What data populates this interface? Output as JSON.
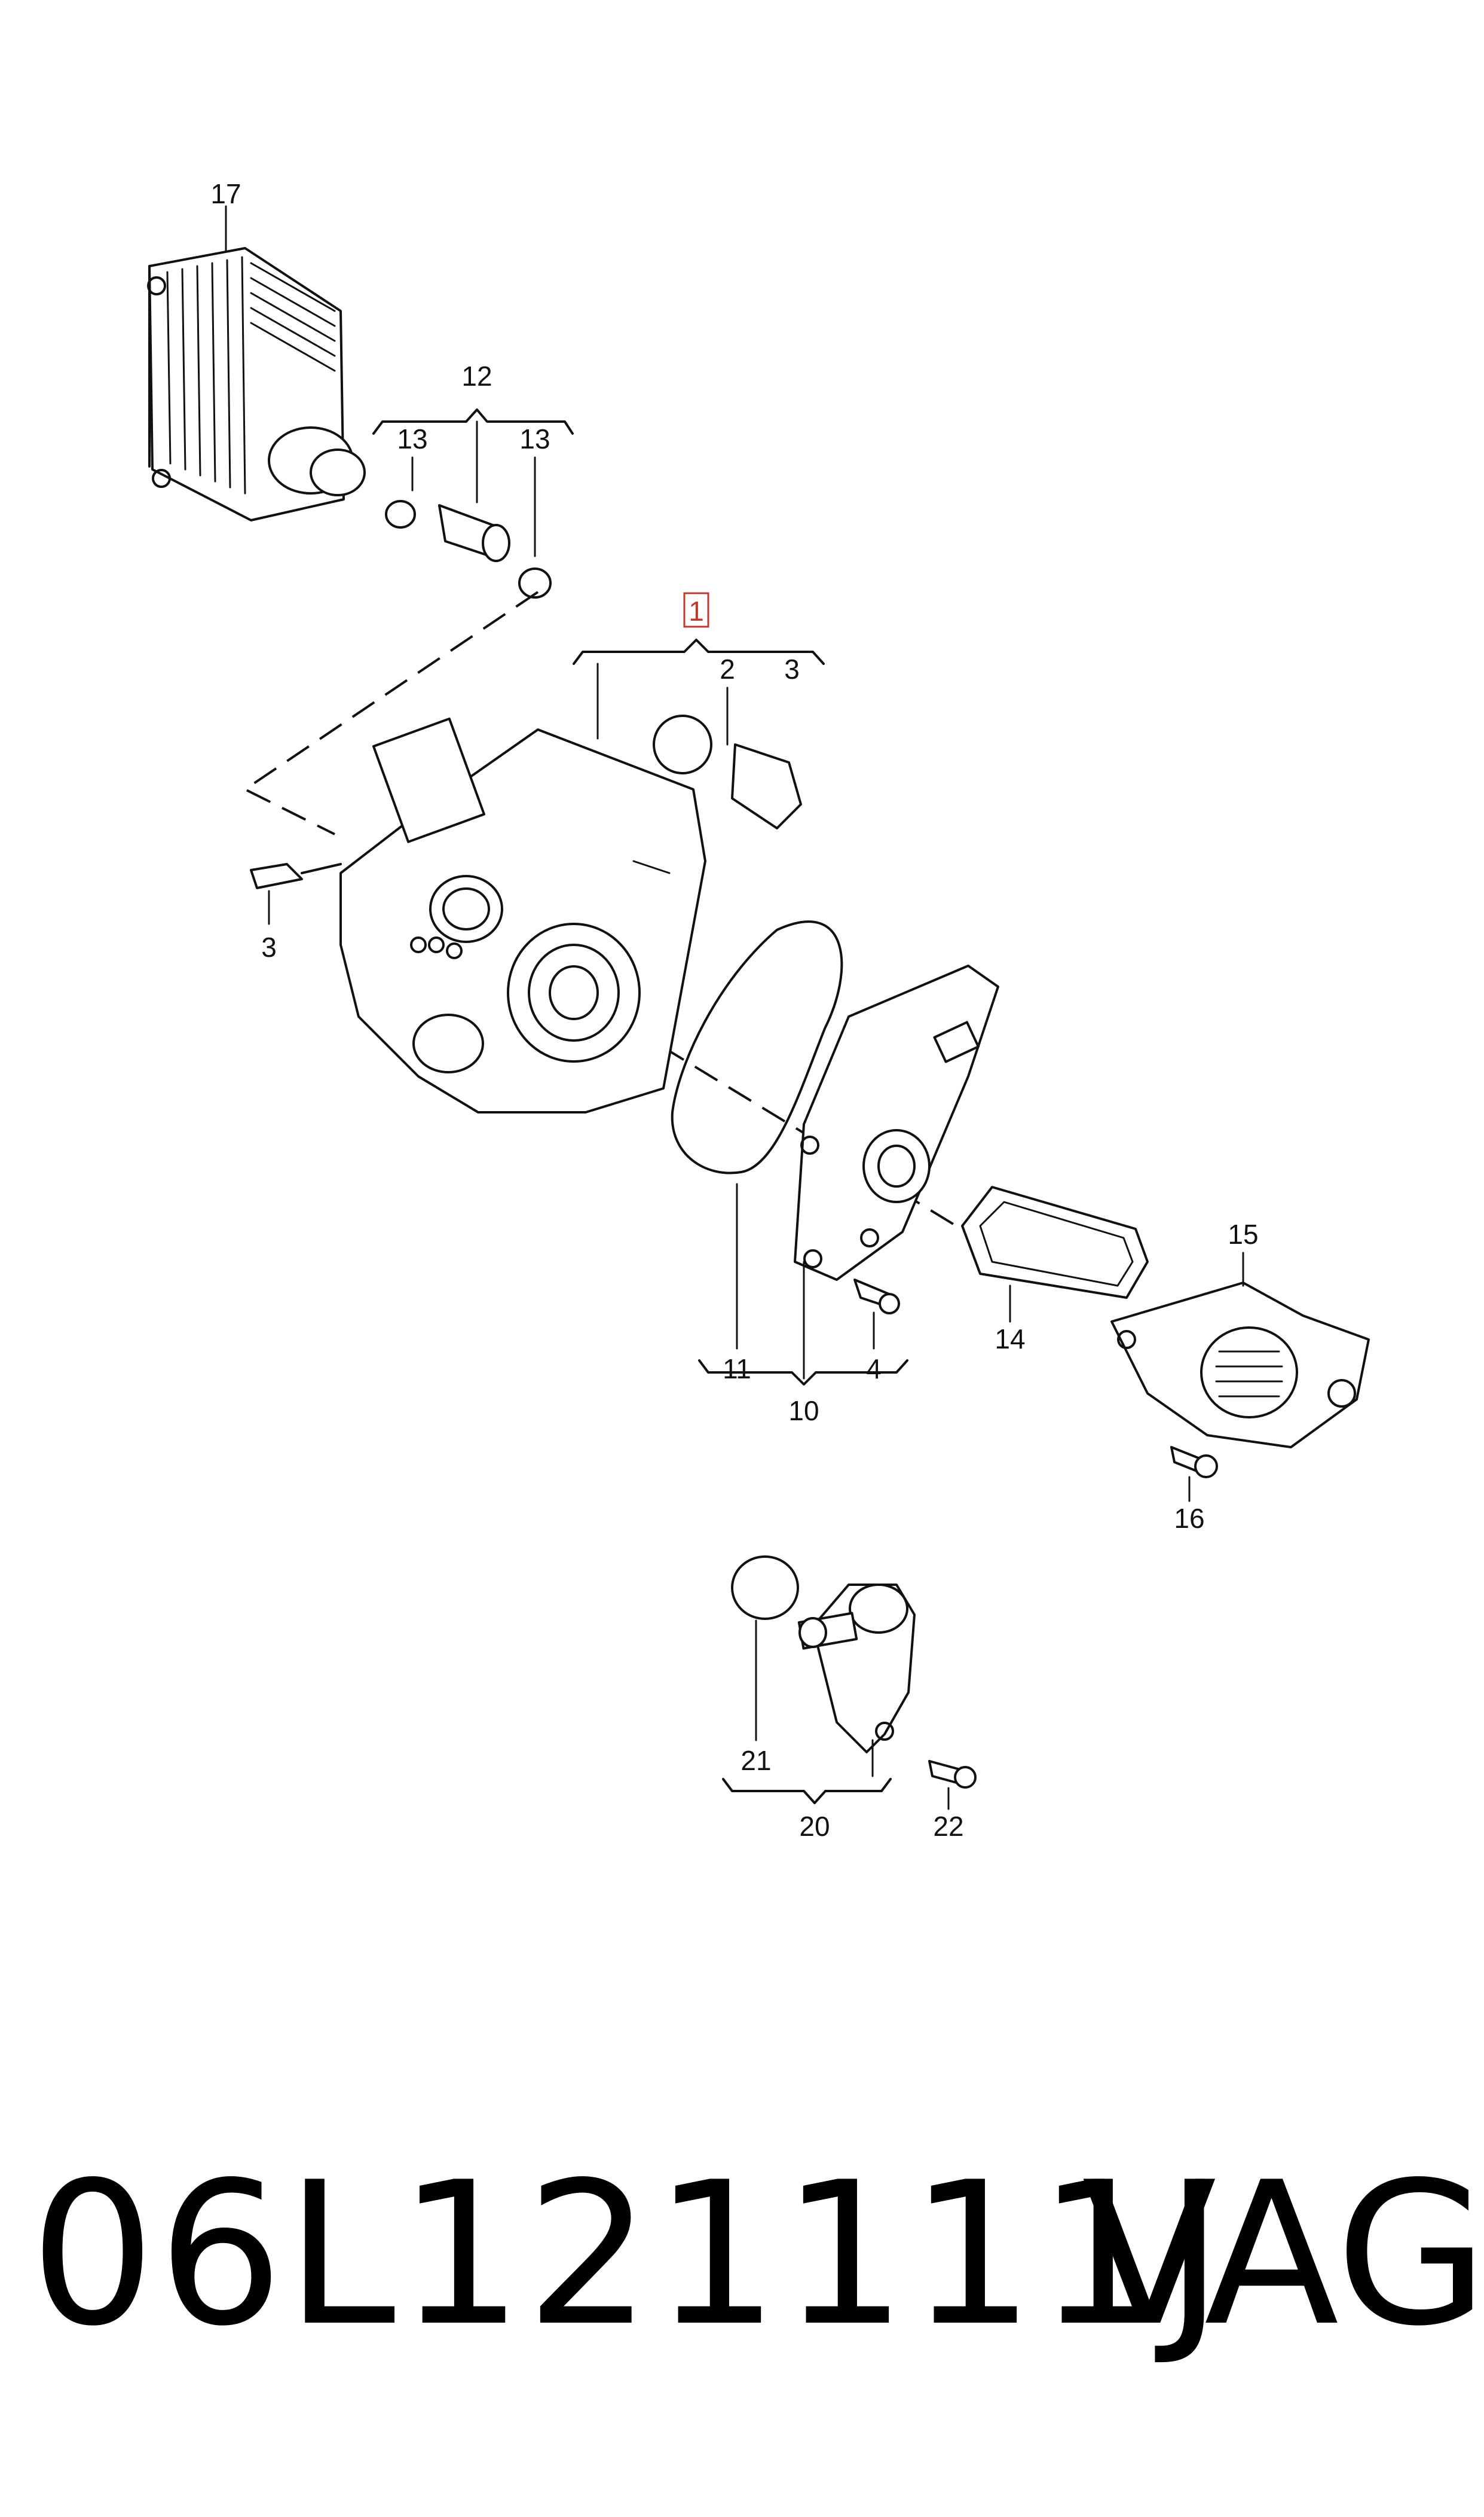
{
  "callouts": {
    "c1": "1",
    "c2": "2",
    "c3a": "3",
    "c3b": "3",
    "c4": "4",
    "c10": "10",
    "c11": "11",
    "c12": "12",
    "c13a": "13",
    "c13b": "13",
    "c14": "14",
    "c15": "15",
    "c16": "16",
    "c17": "17",
    "c20": "20",
    "c21": "21",
    "c22": "22"
  },
  "highlight_color": "#c0392b",
  "footer": {
    "part_number": "06L121111J",
    "brand": "VAG"
  }
}
